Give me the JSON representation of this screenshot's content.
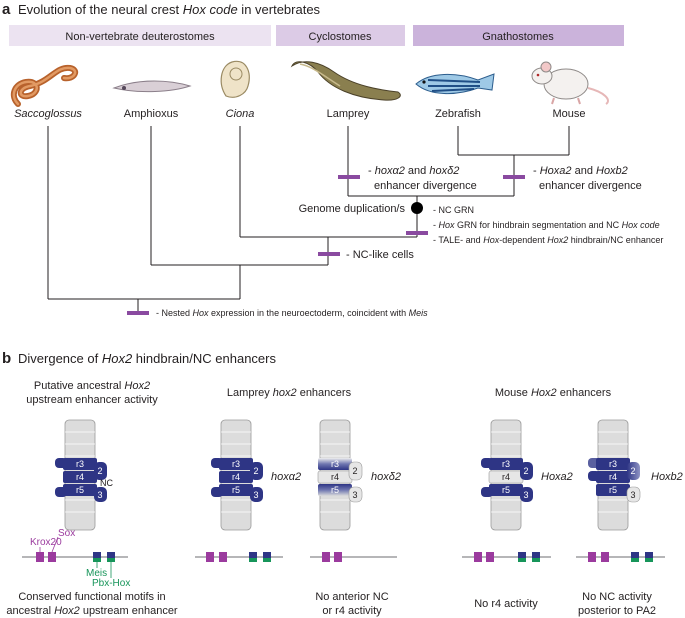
{
  "panel_a": {
    "letter": "a",
    "title_pre": "Evolution of the neural crest ",
    "title_em": "Hox code",
    "title_post": " in vertebrates",
    "groups": [
      "Non-vertebrate deuterostomes",
      "Cyclostomes",
      "Gnathostomes"
    ],
    "taxa": [
      {
        "name": "Saccoglossus",
        "italic": true
      },
      {
        "name": "Amphioxus",
        "italic": false
      },
      {
        "name": "Ciona",
        "italic": true
      },
      {
        "name": "Lamprey",
        "italic": false
      },
      {
        "name": "Zebrafish",
        "italic": false
      },
      {
        "name": "Mouse",
        "italic": false
      }
    ],
    "notes": {
      "lamprey_em1": "hoxα2",
      "lamprey_and": " and ",
      "lamprey_em2": "hoxδ2",
      "lamprey_line2": "enhancer divergence",
      "gnath_em1": "Hoxa2",
      "gnath_and": " and ",
      "gnath_em2": "Hoxb2",
      "gnath_line2": "enhancer divergence",
      "genome_dup": "Genome duplication/s",
      "nc_grn": "- NC GRN",
      "hox_grn_em": "Hox",
      "hox_grn_mid": " GRN for hindbrain segmentation and NC ",
      "hox_grn_em2": "Hox code",
      "tale_pre": "- TALE- and ",
      "tale_em": "Hox",
      "tale_mid": "-dependent ",
      "tale_em2": "Hox2",
      "tale_post": " hindbrain/NC enhancer",
      "nc_like": "- NC-like cells",
      "nested_pre": "- Nested ",
      "nested_em": "Hox",
      "nested_mid": " expression in the neuroectoderm, coincident with ",
      "nested_em2": "Meis"
    }
  },
  "panel_b": {
    "letter": "b",
    "title_pre": "Divergence of ",
    "title_em": "Hox2",
    "title_post": " hindbrain/NC enhancers",
    "ancestral_line1": "Putative ancestral ",
    "ancestral_em": "Hox2",
    "ancestral_line2": "upstream enhancer activity",
    "lamprey_header_pre": "Lamprey ",
    "lamprey_header_em": "hox2",
    "lamprey_header_post": " enhancers",
    "mouse_header_pre": "Mouse ",
    "mouse_header_em": "Hox2",
    "mouse_header_post": " enhancers",
    "rhombomeres": [
      "r3",
      "r4",
      "r5"
    ],
    "arches": [
      "2",
      "3"
    ],
    "nc_label": "NC",
    "gene_labels": [
      "hoxα2",
      "hoxδ2",
      "Hoxa2",
      "Hoxb2"
    ],
    "motifs": [
      "Krox20",
      "Sox",
      "Meis",
      "Pbx-Hox"
    ],
    "captions": {
      "c1_line1": "Conserved functional motifs in",
      "c1_line2_pre": "ancestral ",
      "c1_line2_em": "Hox2",
      "c1_line2_post": " upstream enhancer",
      "c2_line1": "No anterior NC",
      "c2_line2": "or r4 activity",
      "c3": "No r4 activity",
      "c4_line1": "No NC activity",
      "c4_line2": "posterior to PA2"
    },
    "colors": {
      "rhombomere_blue": "#2e3585",
      "krox20_sox_purple": "#9b3b9e",
      "meis_pbx_green": "#17955a",
      "branch_mark_purple": "#8a4aa0",
      "group_band_light": "#ece3f1",
      "group_band_mid": "#dccbe6",
      "group_band_dark": "#cbb3db"
    }
  }
}
